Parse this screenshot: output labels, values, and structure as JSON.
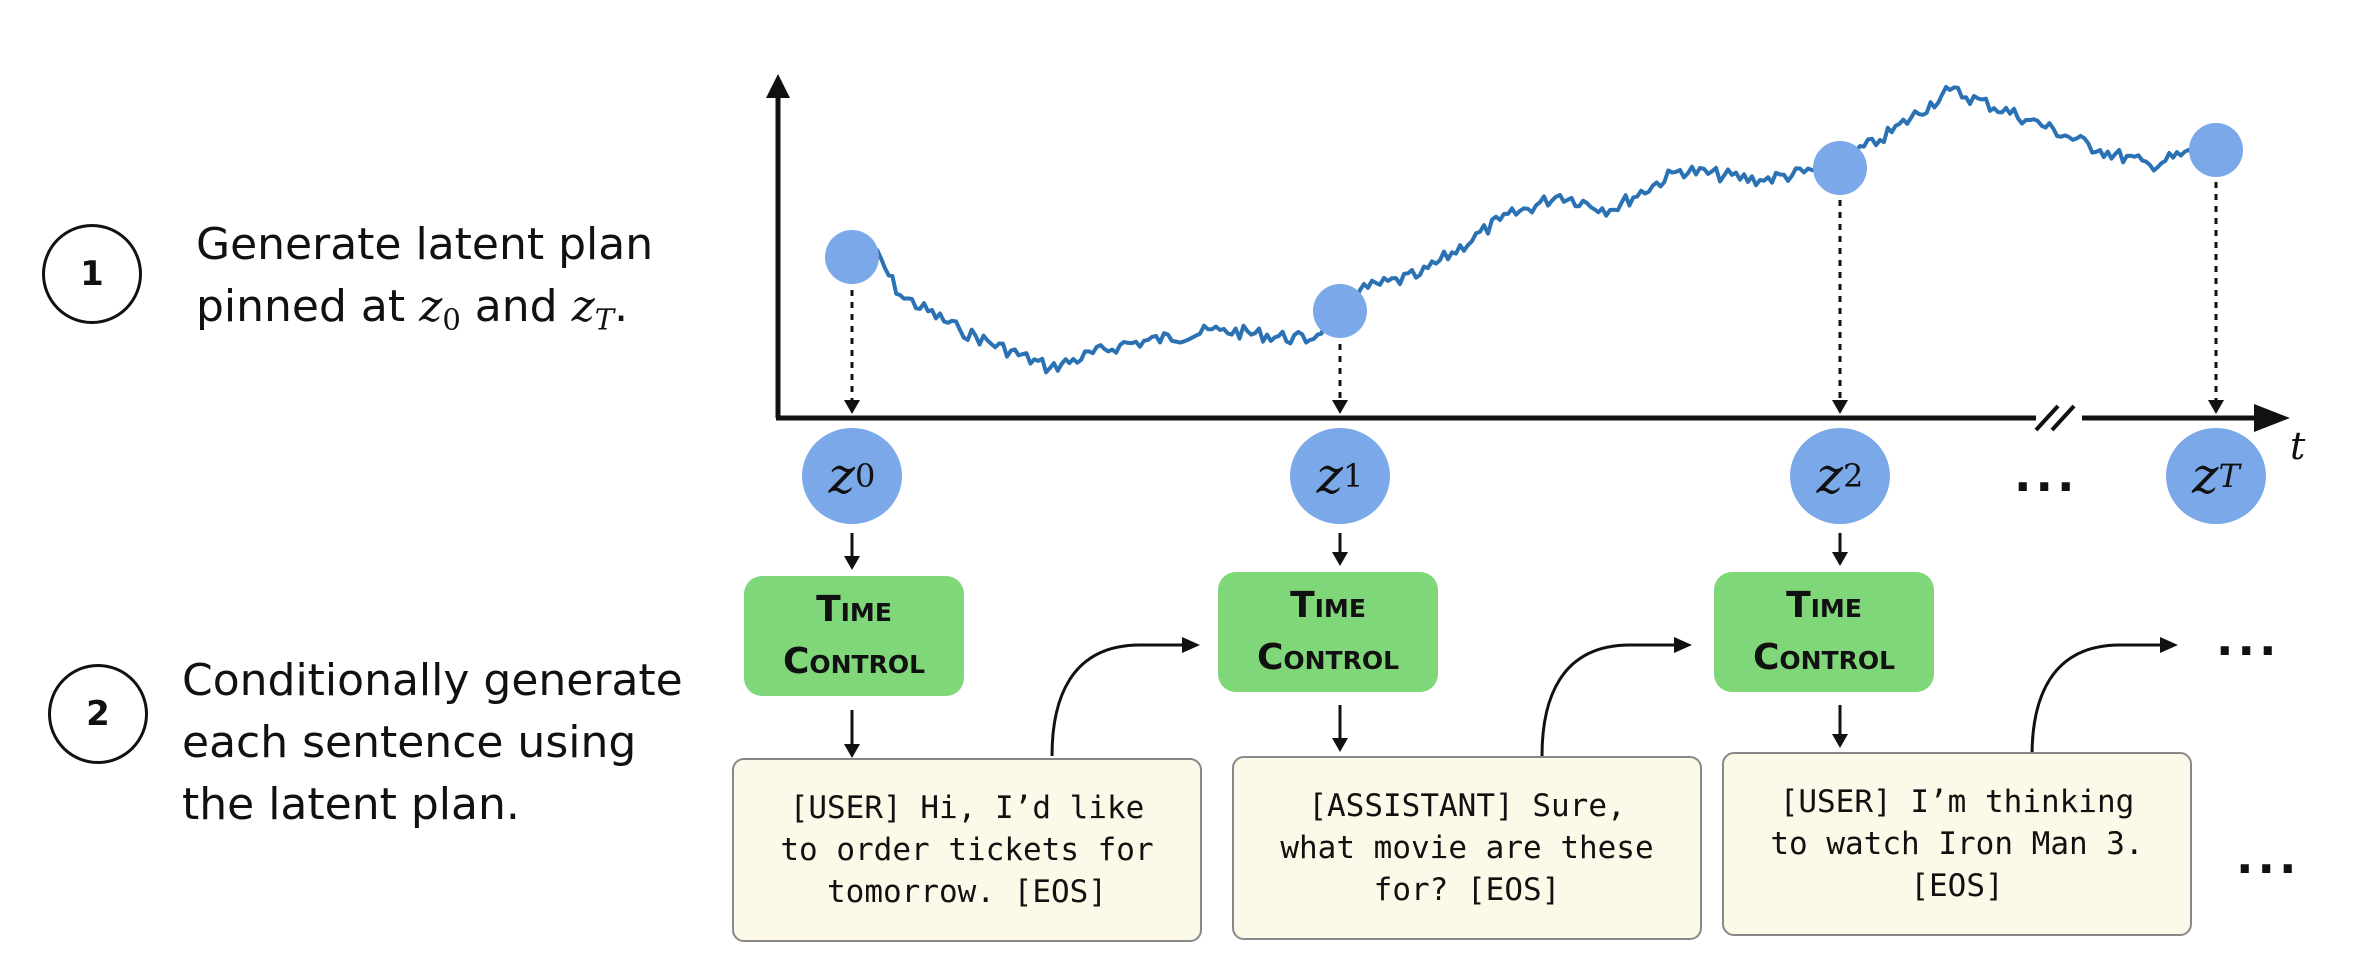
{
  "steps": [
    {
      "number": "1",
      "line1": "Generate latent plan",
      "line2_prefix": "pinned at ",
      "z0_base": "z",
      "z0_sub": "0",
      "line2_and": " and ",
      "zT_base": "z",
      "zT_sub": "T",
      "line2_suffix": "."
    },
    {
      "number": "2",
      "line1": "Conditionally generate",
      "line2": "each sentence using",
      "line3": "the latent plan."
    }
  ],
  "axis": {
    "t_label": "t"
  },
  "nodes": [
    {
      "base": "z",
      "sub": "0"
    },
    {
      "base": "z",
      "sub": "1"
    },
    {
      "base": "z",
      "sub": "2"
    },
    {
      "base": "z",
      "sub": "T"
    }
  ],
  "ellipsis": "...",
  "time_control": {
    "line1": "Time",
    "line2": "Control"
  },
  "sentences": [
    "[USER] Hi, I’d like\nto order tickets for\ntomorrow. [EOS]",
    "[ASSISTANT] Sure,\nwhat movie are these\nfor? [EOS]",
    "[USER] I’m thinking\nto watch Iron Man 3.\n[EOS]"
  ],
  "colors": {
    "node": "#7aa8e8",
    "time_control": "#7fd77a",
    "trajectory": "#2b72b5",
    "sentence_bg": "#fdf9e8"
  }
}
